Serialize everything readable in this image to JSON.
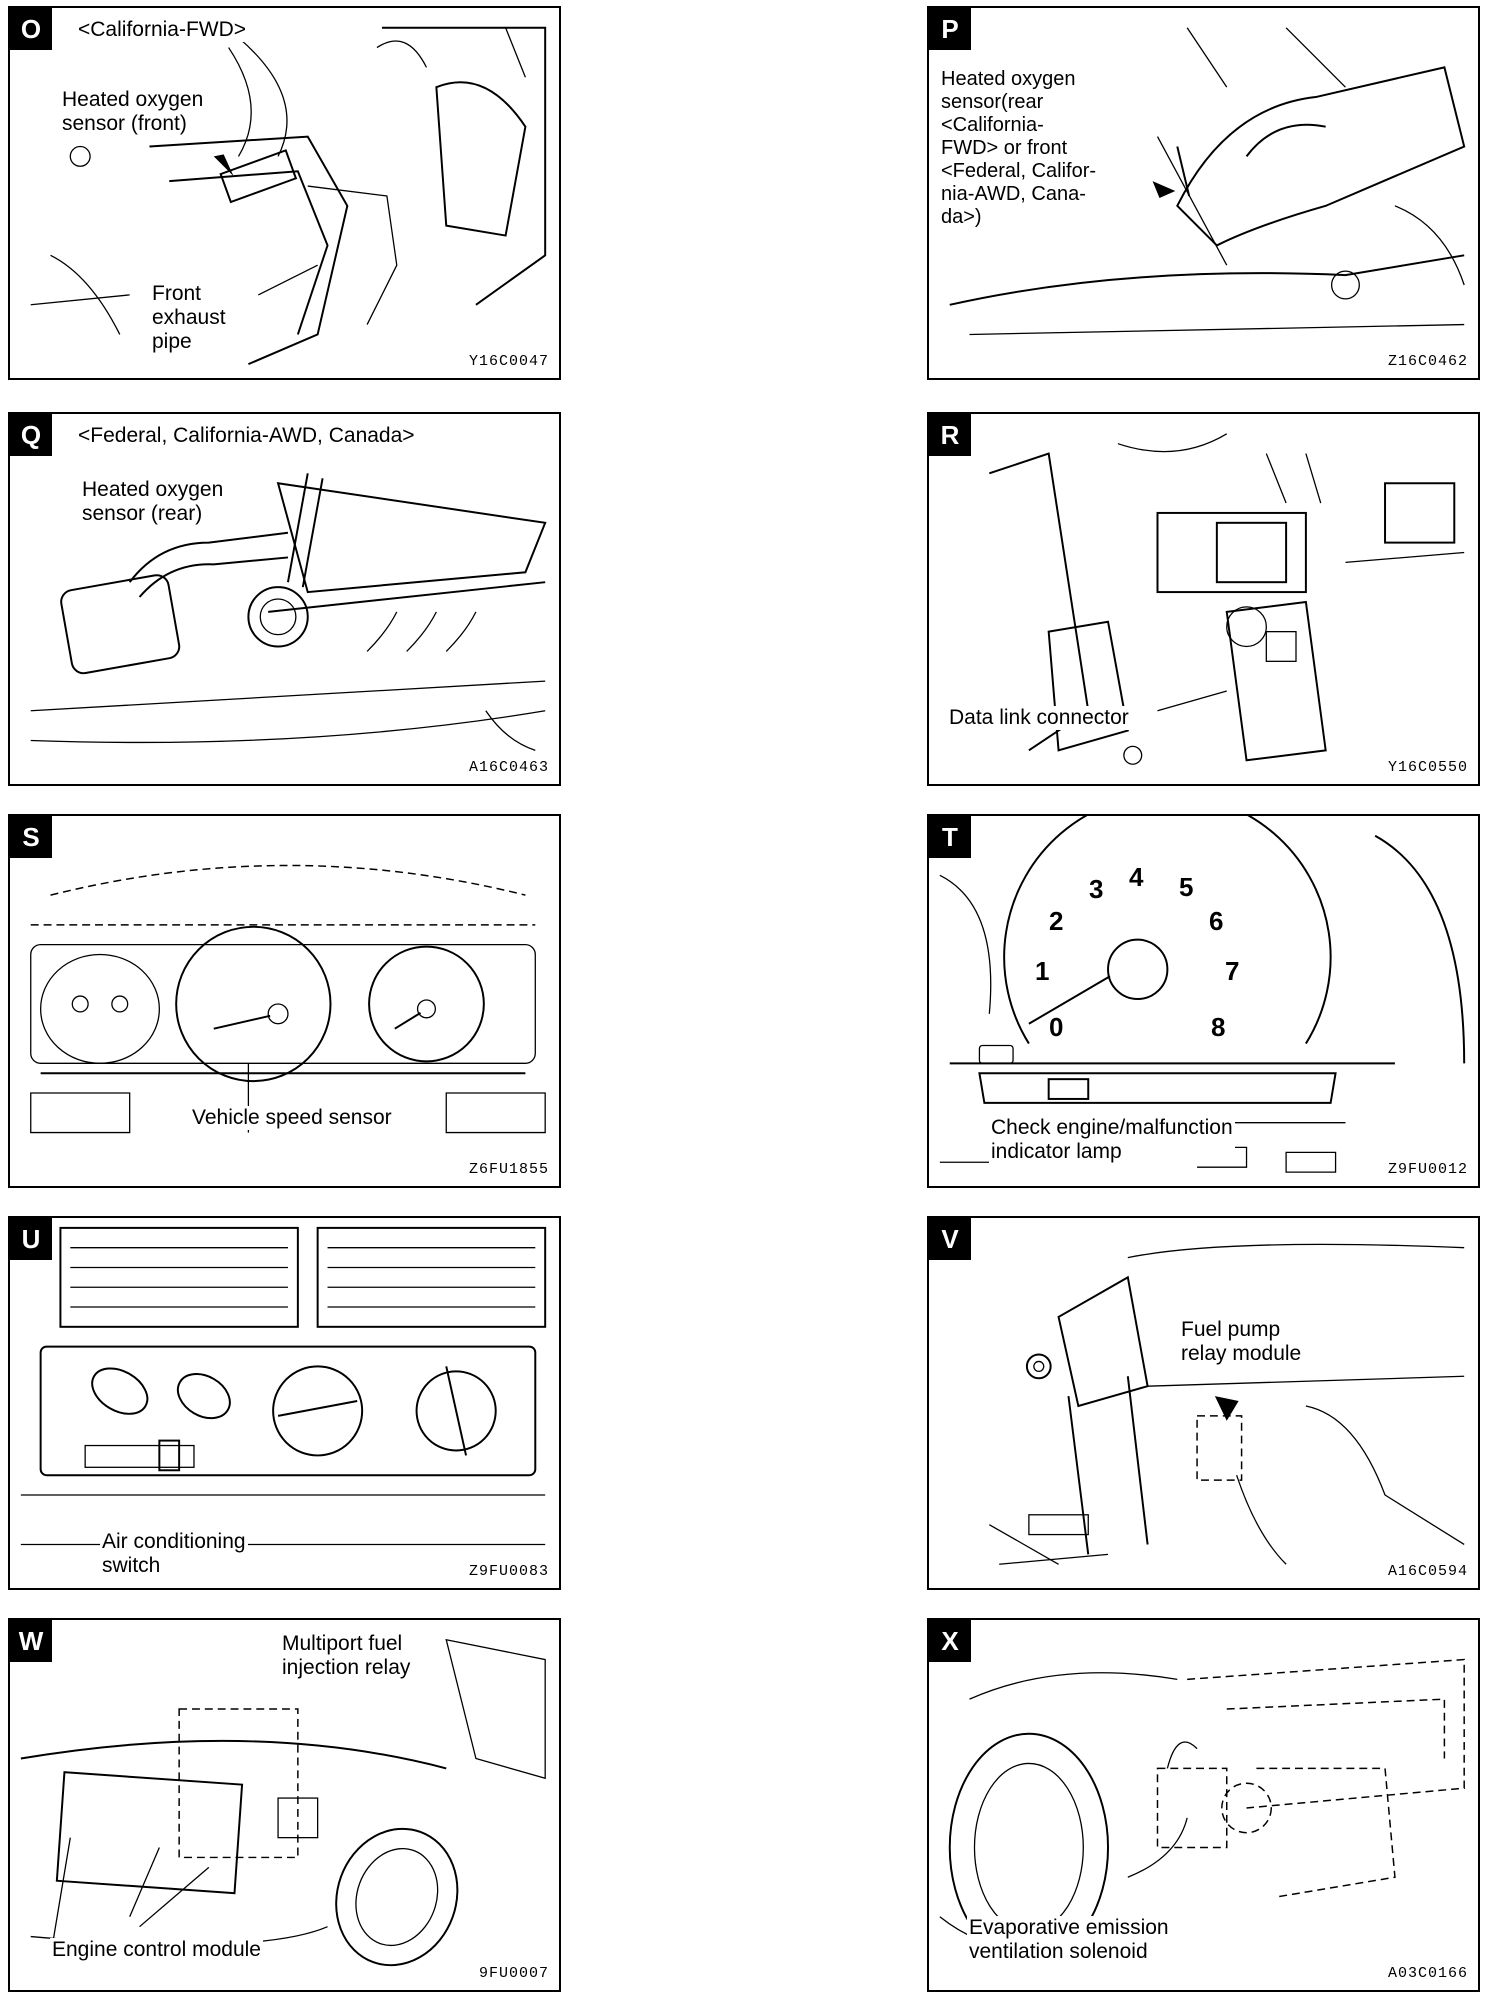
{
  "panels": {
    "O": {
      "letter": "O",
      "heading": "<California-FWD>",
      "label1": "Heated oxygen\nsensor (front)",
      "label2": "Front\nexhaust\npipe",
      "code": "Y16C0047"
    },
    "P": {
      "letter": "P",
      "label1": "Heated oxygen\nsensor(rear\n<California-\nFWD> or front\n<Federal, Califor-\nnia-AWD, Cana-\nda>)",
      "code": "Z16C0462"
    },
    "Q": {
      "letter": "Q",
      "heading": "<Federal, California-AWD, Canada>",
      "label1": "Heated oxygen\nsensor (rear)",
      "code": "A16C0463"
    },
    "R": {
      "letter": "R",
      "label1": "Data link connector",
      "code": "Y16C0550"
    },
    "S": {
      "letter": "S",
      "label1": "Vehicle speed sensor",
      "code": "Z6FU1855"
    },
    "T": {
      "letter": "T",
      "label1": "Check engine/malfunction\nindicator lamp",
      "code": "Z9FU0012",
      "gauge": [
        "0",
        "1",
        "2",
        "3",
        "4",
        "5",
        "6",
        "7",
        "8"
      ]
    },
    "U": {
      "letter": "U",
      "label1": "Air conditioning\nswitch",
      "code": "Z9FU0083"
    },
    "V": {
      "letter": "V",
      "label1": "Fuel pump\nrelay module",
      "code": "A16C0594"
    },
    "W": {
      "letter": "W",
      "label1": "Multiport fuel\ninjection relay",
      "label2": "Engine control module",
      "code": "9FU0007"
    },
    "X": {
      "letter": "X",
      "label1": "Evaporative emission\nventilation solenoid",
      "code": "A03C0166"
    }
  }
}
